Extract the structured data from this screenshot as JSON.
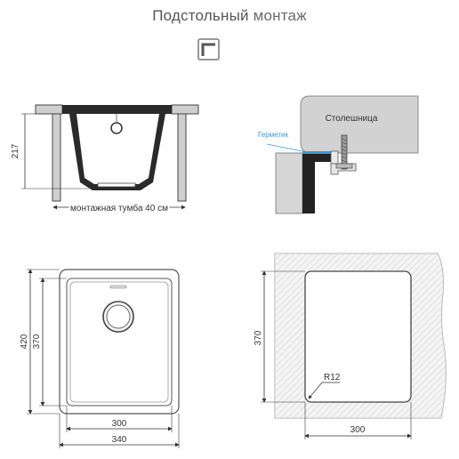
{
  "title": {
    "main": "Подстольный",
    "sub": "монтаж"
  },
  "icons": {
    "mount_icon": "undermount-icon"
  },
  "colors": {
    "line": "#333333",
    "gray": "#9a9a9a",
    "countertop": "#cfcfcf",
    "hatch": "#bfbfbf",
    "sealant": "#3a9ad9",
    "dark": "#222222"
  },
  "section": {
    "height_label": "217",
    "cabinet_label": "монтажная тумба 40 см"
  },
  "detail": {
    "countertop_label": "Столешница",
    "sealant_label": "Герметик"
  },
  "plan": {
    "inner_height": "370",
    "outer_height": "420",
    "inner_width": "300",
    "outer_width": "340"
  },
  "cutout": {
    "height": "370",
    "width": "300",
    "radius": "R12"
  }
}
